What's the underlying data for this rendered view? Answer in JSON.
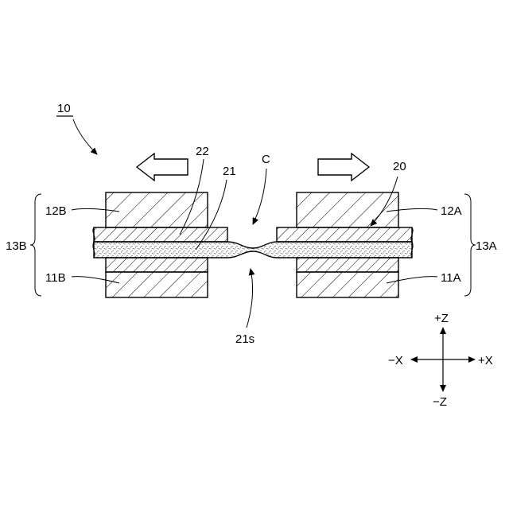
{
  "figure": {
    "ref_device": "10",
    "ref_film": "20",
    "ref_base": "21",
    "ref_coating": "22",
    "ref_thin_part": "21s",
    "ref_center": "C",
    "ref_upper_right": "12A",
    "ref_lower_right": "11A",
    "ref_upper_left": "12B",
    "ref_lower_left": "11B",
    "ref_right_group": "13A",
    "ref_left_group": "13B"
  },
  "axes": {
    "plus_z": "+Z",
    "minus_z": "−Z",
    "plus_x": "+X",
    "minus_x": "−X"
  },
  "arrows": {
    "left_stretch": "-X",
    "right_stretch": "+X"
  }
}
